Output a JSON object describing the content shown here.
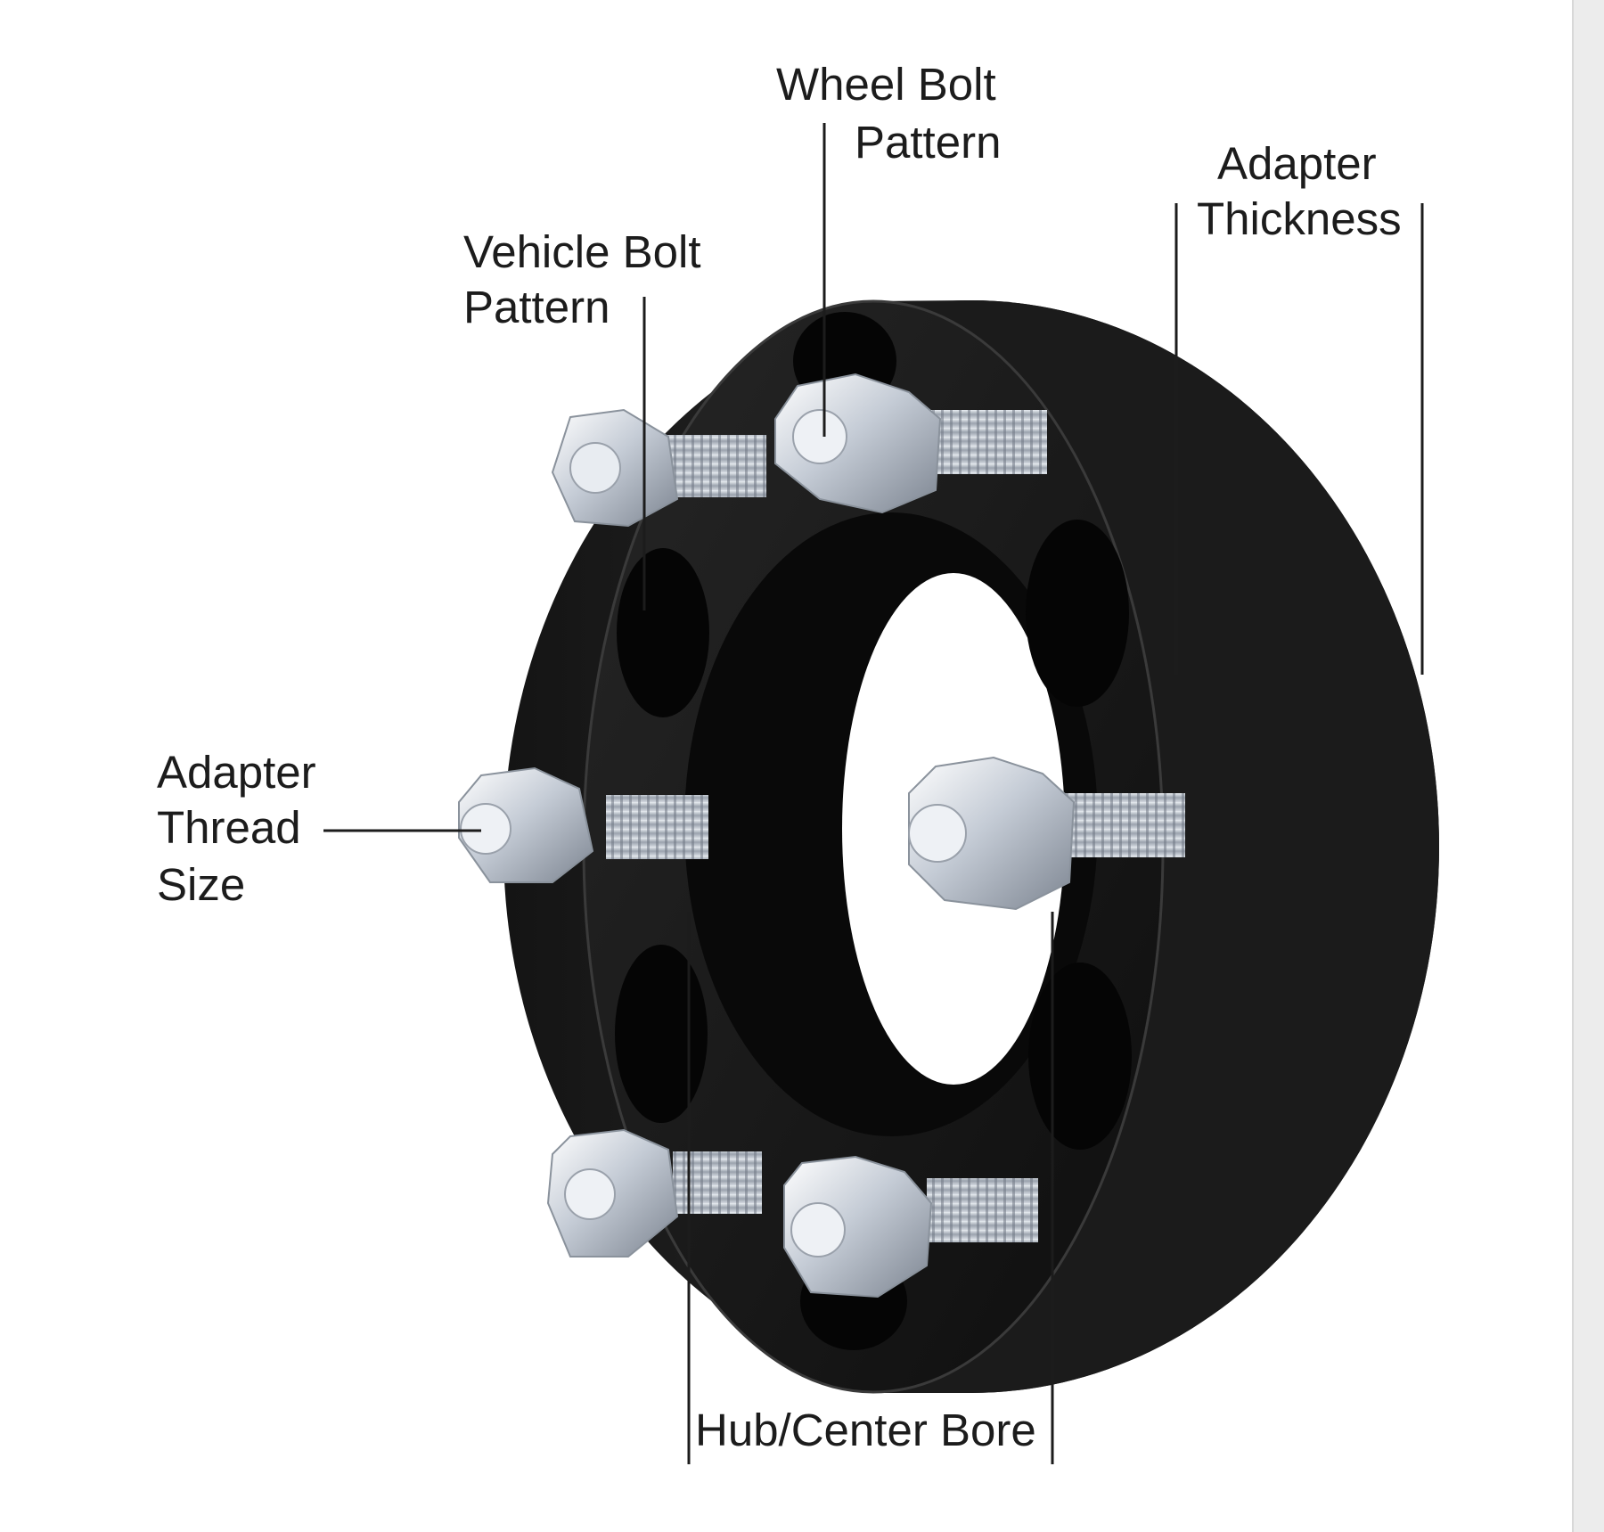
{
  "diagram": {
    "labels": {
      "wheel_bolt_pattern": [
        "Wheel Bolt",
        "Pattern"
      ],
      "adapter_thickness": [
        "Adapter",
        "Thickness"
      ],
      "vehicle_bolt_pattern": [
        "Vehicle Bolt",
        "Pattern"
      ],
      "adapter_thread_size": [
        "Adapter",
        "Thread",
        "Size"
      ],
      "hub_center_bore": [
        "Hub/Center Bore"
      ]
    },
    "colors": {
      "adapter_body": "#1e1e1e",
      "adapter_face": "#121212",
      "hole": "#050505",
      "chrome": "#c9ced6",
      "text": "#1c1c1c"
    },
    "lug_count": 6
  }
}
